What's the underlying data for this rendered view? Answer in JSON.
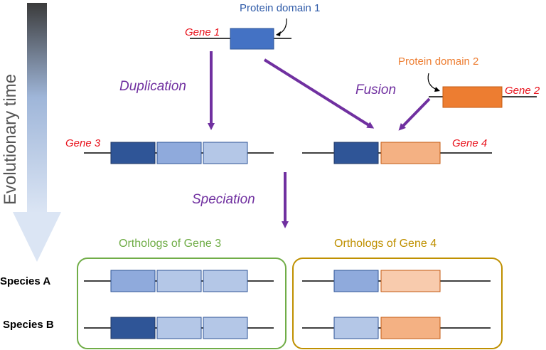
{
  "axis": {
    "label": "Evolutionary time"
  },
  "domains": {
    "domain1": {
      "label": "Protein domain 1",
      "color": "#2e5aa8"
    },
    "domain2": {
      "label": "Protein domain 2",
      "color": "#ed7d31"
    }
  },
  "genes": {
    "gene1": "Gene 1",
    "gene2": "Gene 2",
    "gene3": "Gene 3",
    "gene4": "Gene 4"
  },
  "processes": {
    "duplication": "Duplication",
    "fusion": "Fusion",
    "speciation": "Speciation"
  },
  "ortholog_groups": {
    "gene3": {
      "title": "Orthologs of Gene 3",
      "color": "#70ad47"
    },
    "gene4": {
      "title": "Orthologs of Gene 4",
      "color": "#bf9000"
    }
  },
  "species": {
    "a": "Species A",
    "b": "Species B"
  },
  "colors": {
    "arrow": "#7030a0",
    "gene_label": "#e8101a",
    "blue_dark": "#2f5597",
    "blue_mid": "#8faadc",
    "blue_light": "#b4c7e7",
    "blue_bright": "#4472c4",
    "orange_dark": "#ed7d31",
    "orange_light": "#f4b183",
    "orange_pale": "#f8cbad"
  }
}
